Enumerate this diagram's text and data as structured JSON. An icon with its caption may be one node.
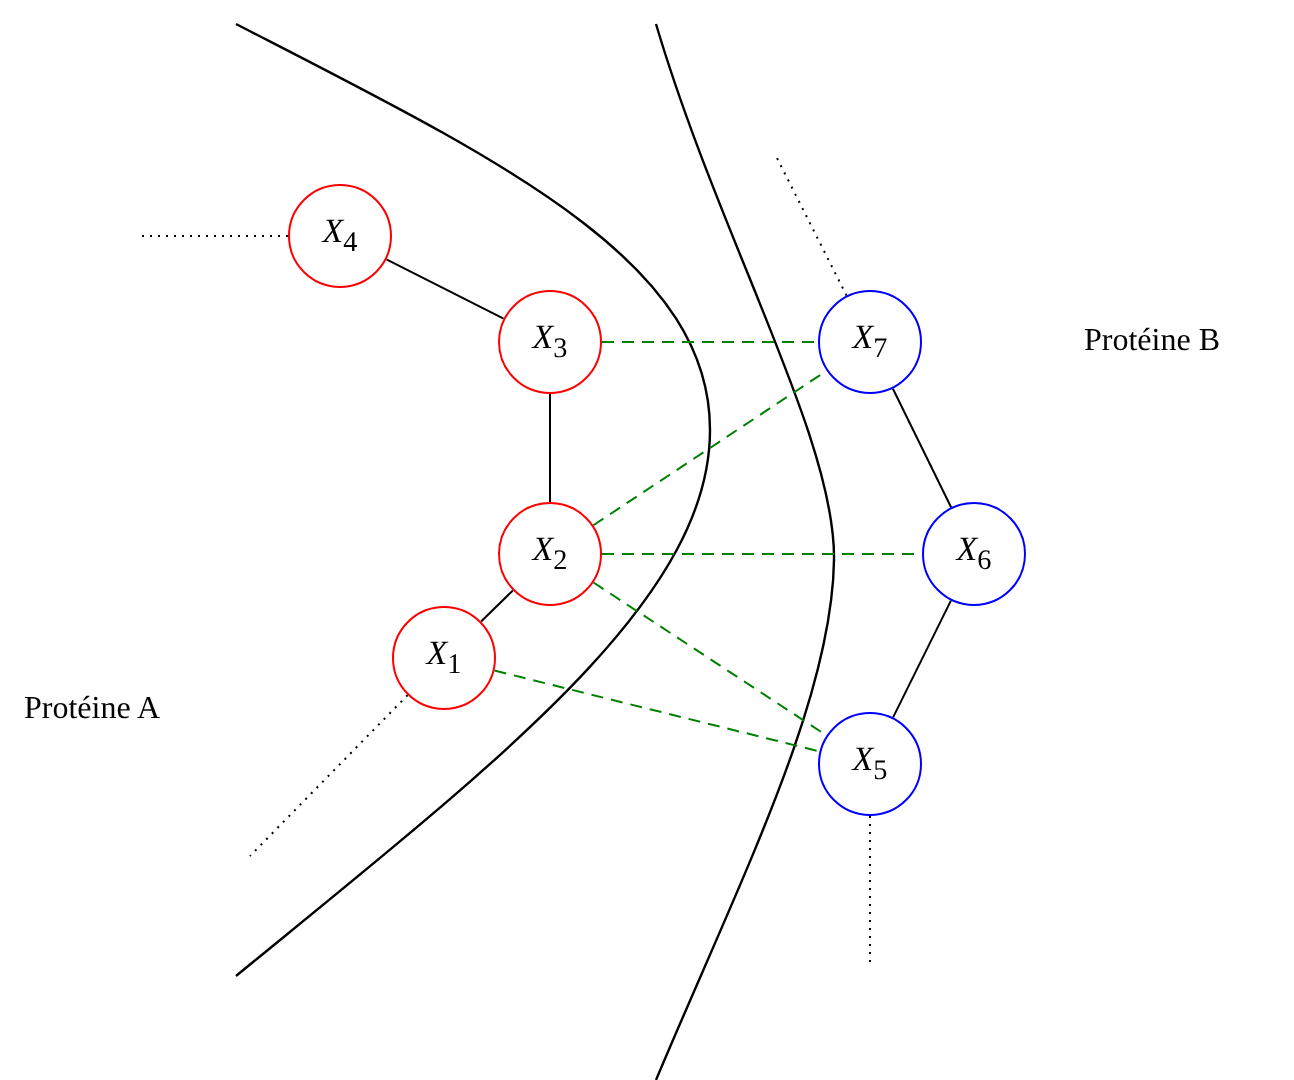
{
  "diagram": {
    "nodes": [
      {
        "text": [
          "*X*$_{4}$"
        ]
      },
      {
        "text": [
          "*X*$_{3}$"
        ]
      },
      {
        "text": [
          "*X*$_{7}$"
        ]
      },
      {
        "text": [
          "*X*$_{6}$"
        ]
      },
      {
        "text": [
          "*X*$_{2}$"
        ]
      },
      {
        "text": [
          "*X*$_{1}$"
        ]
      },
      {
        "text": [
          "*X*$_{5}$"
        ]
      }
    ],
    "edges": [
      {
        "from": 0,
        "to": 1,
        "arrow": "none"
      },
      {
        "from": 1,
        "to": 4,
        "arrow": "none"
      },
      {
        "from": 4,
        "to": 5,
        "arrow": "none"
      },
      {
        "from": 2,
        "to": 3,
        "arrow": "none"
      },
      {
        "from": 3,
        "to": 6,
        "arrow": "none"
      },
      {
        "from": 1,
        "to": 2,
        "arrow": "none",
        "style": "dashed",
        "color": "#008000"
      },
      {
        "from": 4,
        "to": 2,
        "arrow": "none",
        "style": "dashed",
        "color": "#008000"
      },
      {
        "from": 4,
        "to": 3,
        "arrow": "none",
        "style": "dashed",
        "color": "#008000"
      },
      {
        "from": 4,
        "to": 6,
        "arrow": "none",
        "style": "dashed",
        "color": "#008000"
      },
      {
        "from": 5,
        "to": 6,
        "arrow": "none",
        "style": "dashed",
        "color": "#008000"
      },
      {
        "from": 0,
        "to": null,
        "arrow": "none",
        "style": "dashed"
      },
      {
        "from": 5,
        "to": null,
        "arrow": "none",
        "style": "dashed"
      },
      {
        "from": 2,
        "to": null,
        "arrow": "none",
        "style": "dashed"
      },
      {
        "from": 6,
        "to": null,
        "arrow": "none",
        "style": "dashed"
      }
    ],
    "labels": [
      "Protéine B",
      "Protéine A"
    ]
  }
}
